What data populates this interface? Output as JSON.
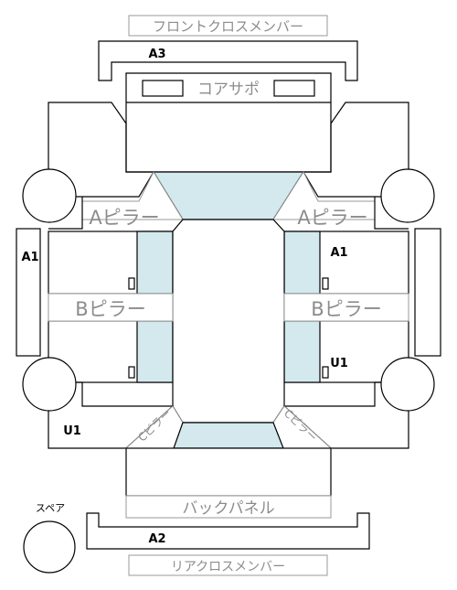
{
  "labels": {
    "front_cross_member": "フロントクロスメンバー",
    "core_support": "コアサポ",
    "a_pillar_left": "Aピラー",
    "a_pillar_right": "Aピラー",
    "b_pillar_left": "Bピラー",
    "b_pillar_right": "Bピラー",
    "c_pillar_left": "Cピラー",
    "c_pillar_right": "Cピラー",
    "back_panel": "バックパネル",
    "rear_cross_member": "リアクロスメンバー",
    "spare": "スペア"
  },
  "marks": {
    "a3": "A3",
    "a1_left": "A1",
    "a1_right": "A1",
    "u1_left": "U1",
    "u1_right": "U1",
    "a2": "A2"
  }
}
